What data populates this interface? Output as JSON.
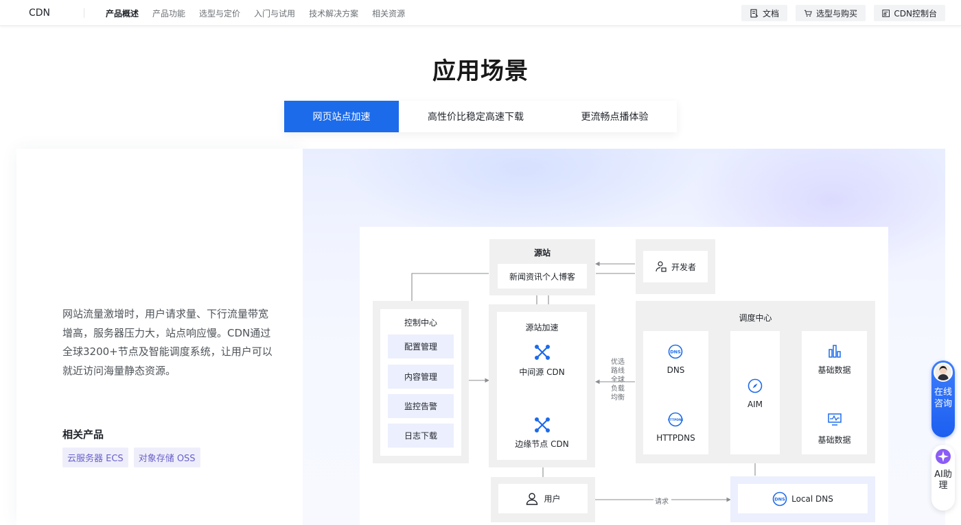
{
  "nav": {
    "brand": "CDN",
    "links": [
      "产品概述",
      "产品功能",
      "选型与定价",
      "入门与试用",
      "技术解决方案",
      "相关资源"
    ],
    "active_index": 0,
    "buttons": {
      "docs": "文档",
      "buy": "选型与购买",
      "console": "CDN控制台"
    }
  },
  "section_title": "应用场景",
  "tabs": [
    "网页站点加速",
    "高性价比稳定高速下载",
    "更流畅点播体验"
  ],
  "active_tab": 0,
  "description": "网站流量激增时，用户请求量、下行流量带宽增高，服务器压力大，站点响应慢。CDN通过全球3200+节点及智能调度系统，让用户可以就近访问海量静态资源。",
  "related": {
    "title": "相关产品",
    "tags": [
      "云服务器 ECS",
      "对象存储 OSS"
    ]
  },
  "diagram": {
    "origin_title": "源站",
    "origin_item": "新闻资讯个人博客",
    "developer": "开发者",
    "control_center": "控制中心",
    "control_items": [
      "配置管理",
      "内容管理",
      "监控告警",
      "日志下载"
    ],
    "origin_accel": "源站加速",
    "mid_cdn": "中间源 CDN",
    "edge_cdn": "边缘节点 CDN",
    "dispatch_title": "调度中心",
    "dns": "DNS",
    "httpdns": "HTTPDNS",
    "aim": "AIM",
    "basic_data_1": "基础数据",
    "basic_data_2": "基础数据",
    "side_label": "优选路线全球负载均衡",
    "user": "用户",
    "request_label": "请求",
    "local_dns": "Local DNS"
  },
  "floating": {
    "consult": "在线咨询",
    "ai": "AI助理"
  },
  "colors": {
    "accent": "#1c6bea",
    "tag_text": "#6a60c9",
    "tag_bg": "#eeeefb"
  }
}
